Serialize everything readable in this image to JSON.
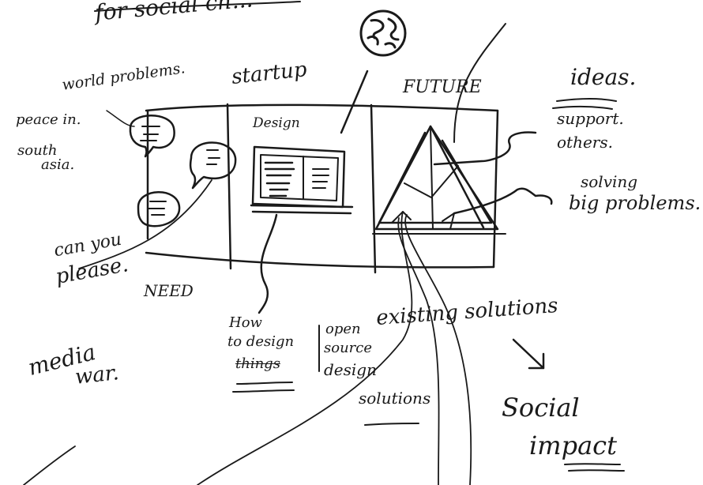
{
  "header": {
    "title": "for social ch..."
  },
  "labels": {
    "startup": "startup",
    "future": "FUTURE",
    "ideas": "ideas.",
    "world_problems": "world problems.",
    "peace_in": "peace in.",
    "south_asia_1": "south",
    "south_asia_2": "asia.",
    "design": "Design",
    "support_1": "support.",
    "support_2": "others.",
    "solving_1": "solving",
    "solving_2": "big problems.",
    "can_you_1": "can you",
    "can_you_2": "please.",
    "need": "NEED",
    "existing_solutions": "existing solutions",
    "media_1": "media",
    "media_2": "war.",
    "how_1": "How",
    "how_2": "to design",
    "how_3": "things",
    "open_1": "open",
    "open_2": "source",
    "open_3": "design",
    "open_4": "solutions",
    "social_1": "Social",
    "social_2": "impact"
  }
}
